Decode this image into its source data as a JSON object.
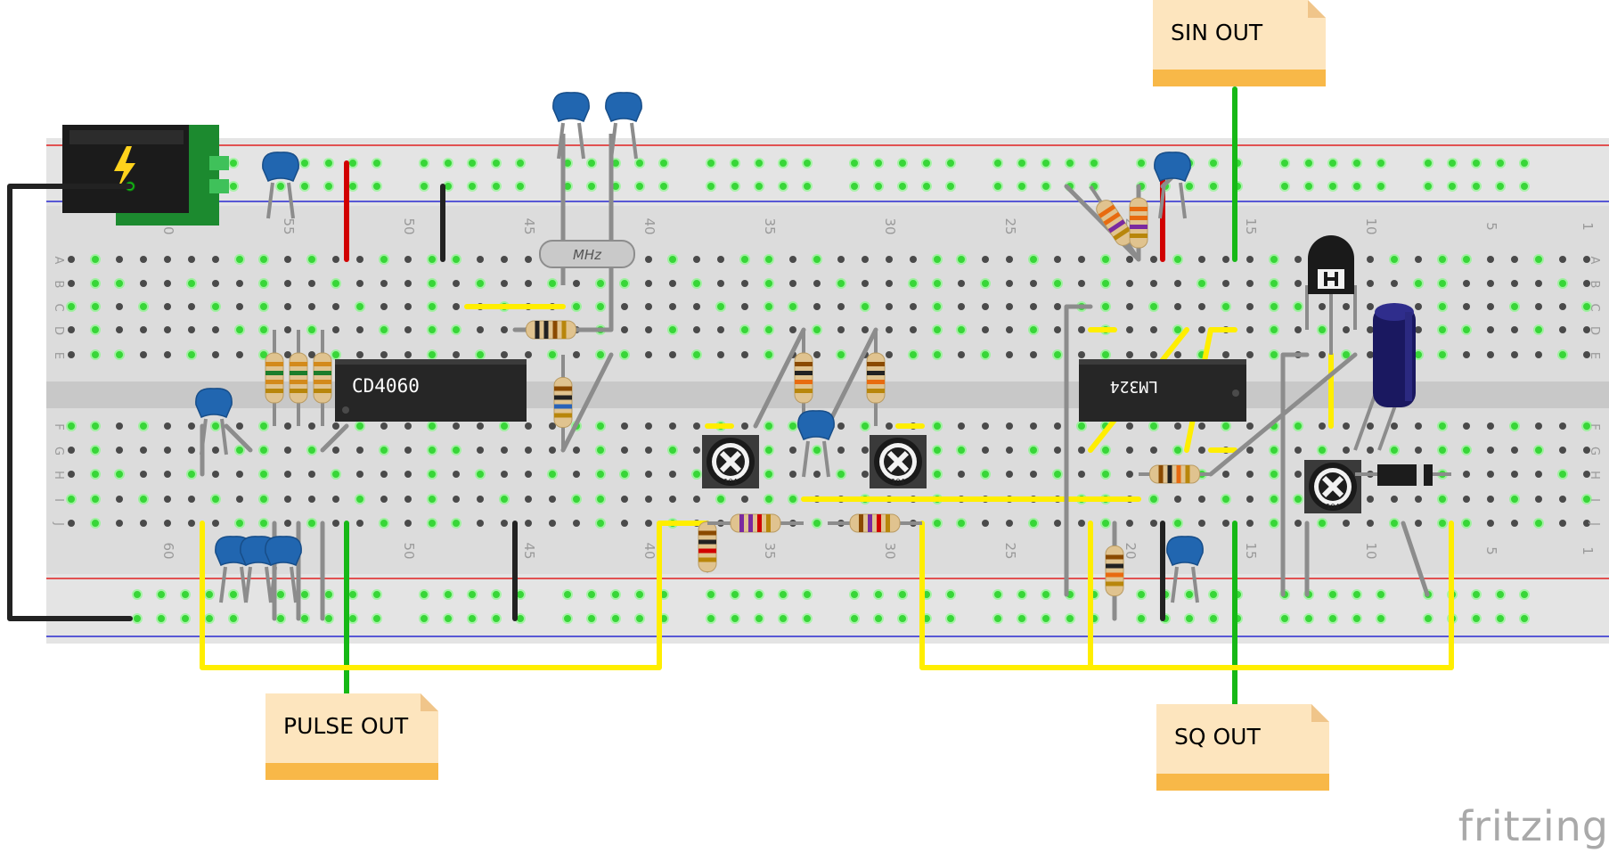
{
  "chips": [
    {
      "id": "u1",
      "label": "CD4060"
    },
    {
      "id": "u2",
      "label": "LM324"
    }
  ],
  "crystal": {
    "label": "MHz"
  },
  "trimmers": [
    {
      "id": "rv1",
      "label": "104"
    },
    {
      "id": "rv2",
      "label": "104"
    },
    {
      "id": "rv3",
      "label": "104"
    }
  ],
  "notes": [
    {
      "id": "sin",
      "text": "SIN OUT"
    },
    {
      "id": "pulse",
      "text": "PULSE OUT"
    },
    {
      "id": "sq",
      "text": "SQ OUT"
    }
  ],
  "breadboard": {
    "row_letters": [
      "A",
      "B",
      "C",
      "D",
      "E",
      "F",
      "G",
      "H",
      "I",
      "J"
    ],
    "top_column_numbers": [
      "60",
      "55",
      "50",
      "45",
      "40",
      "35",
      "30",
      "25",
      "20",
      "15",
      "10",
      "5",
      "1"
    ],
    "bottom_column_numbers": [
      "60",
      "55",
      "50",
      "45",
      "40",
      "35",
      "30",
      "25",
      "20",
      "15",
      "10",
      "5",
      "1"
    ]
  },
  "colors": {
    "wire_red": "#d10000",
    "wire_black": "#222222",
    "wire_yellow": "#ffee00",
    "wire_green": "#16b816",
    "wire_gray": "#8c8c8c",
    "capacitor_blue": "#2166b0",
    "note_fill": "#fde5be",
    "note_band": "#f8b848"
  },
  "brand": {
    "text": "fritzing"
  }
}
